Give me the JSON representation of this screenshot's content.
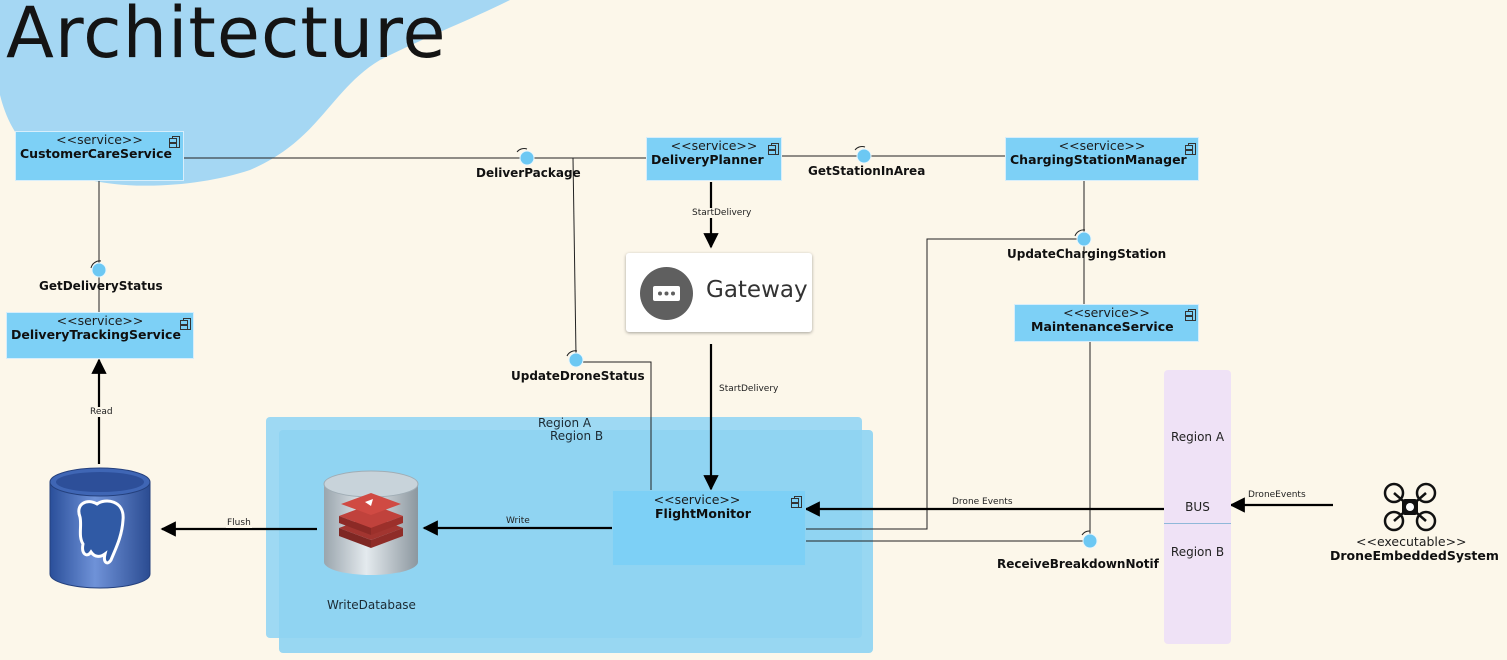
{
  "page": {
    "title": "Architecture"
  },
  "services": {
    "customer_care": {
      "stereotype": "<<service>>",
      "name": "CustomerCareService"
    },
    "delivery_planner": {
      "stereotype": "<<service>>",
      "name": "DeliveryPlanner"
    },
    "charging_station_manager": {
      "stereotype": "<<service>>",
      "name": "ChargingStationManager"
    },
    "delivery_tracking": {
      "stereotype": "<<service>>",
      "name": "DeliveryTrackingService"
    },
    "maintenance": {
      "stereotype": "<<service>>",
      "name": "MaintenanceService"
    },
    "flight_monitor": {
      "stereotype": "<<service>>",
      "name": "FlightMonitor"
    }
  },
  "interfaces": {
    "deliver_package": "DeliverPackage",
    "get_station_in_area": "GetStationInArea",
    "update_charging_station": "UpdateChargingStation",
    "get_delivery_status": "GetDeliveryStatus",
    "update_drone_status": "UpdateDroneStatus",
    "receive_breakdown_notif": "ReceiveBreakdownNotif"
  },
  "edges": {
    "start_delivery_1": "StartDelivery",
    "start_delivery_2": "StartDelivery",
    "read": "Read",
    "flush": "Flush",
    "write": "Write",
    "drone_events_1": "Drone Events",
    "drone_events_2": "DroneEvents"
  },
  "gateway": {
    "label": "Gateway"
  },
  "regions": {
    "a": "Region A",
    "b": "Region B"
  },
  "write_database": {
    "label": "WriteDatabase"
  },
  "bus": {
    "region_a": "Region A",
    "label": "BUS",
    "region_b": "Region B"
  },
  "drone": {
    "stereotype": "<<executable>>",
    "name": "DroneEmbeddedSystem"
  },
  "icons": {
    "component": "component-icon",
    "gateway": "api-gateway-icon",
    "postgres": "postgres-database-icon",
    "redis": "redis-database-icon",
    "drone": "drone-icon"
  },
  "colors": {
    "background": "#fcf7ea",
    "service": "#7dd0f6",
    "region_a": "#9ed9f3",
    "region_b": "#8fd4f2",
    "bus": "#efe2f6",
    "blob": "#a5d7f3"
  }
}
